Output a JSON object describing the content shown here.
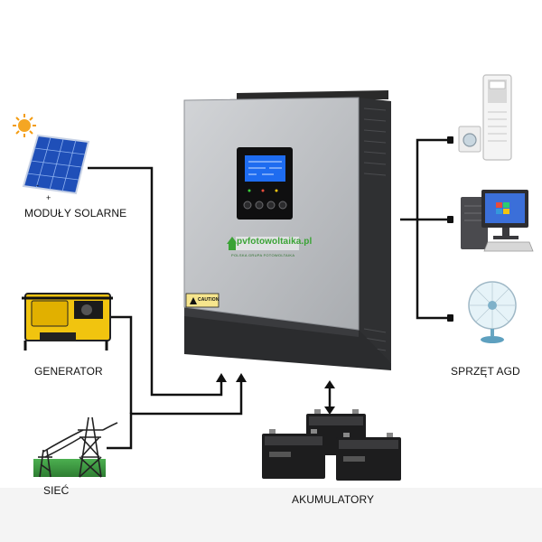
{
  "labels": {
    "solar": "MODUŁY SOLARNE",
    "generator": "GENERATOR",
    "grid": "SIEĆ",
    "batteries": "AKUMULATORY",
    "appliances": "SPRZĘT AGD"
  },
  "inverter": {
    "brand": "pvfotowoltaika.pl",
    "brand_tagline": "POLSKA GRUPA FOTOWOLTAIKA",
    "caution": "CAUTION"
  },
  "colors": {
    "wire": "#111111",
    "inverter_front": "#b9bcc0",
    "inverter_body": "#2b2c2e",
    "screen": "#1e6cf0",
    "brand_green": "#3aa335"
  },
  "icons": {
    "solar_panel": "solar-panel-icon",
    "sun": "sun-icon",
    "generator": "generator-icon",
    "pylon": "power-pylon-icon",
    "battery": "battery-icon",
    "air_conditioner": "air-conditioner-icon",
    "computer": "computer-icon",
    "fan": "fan-icon"
  }
}
